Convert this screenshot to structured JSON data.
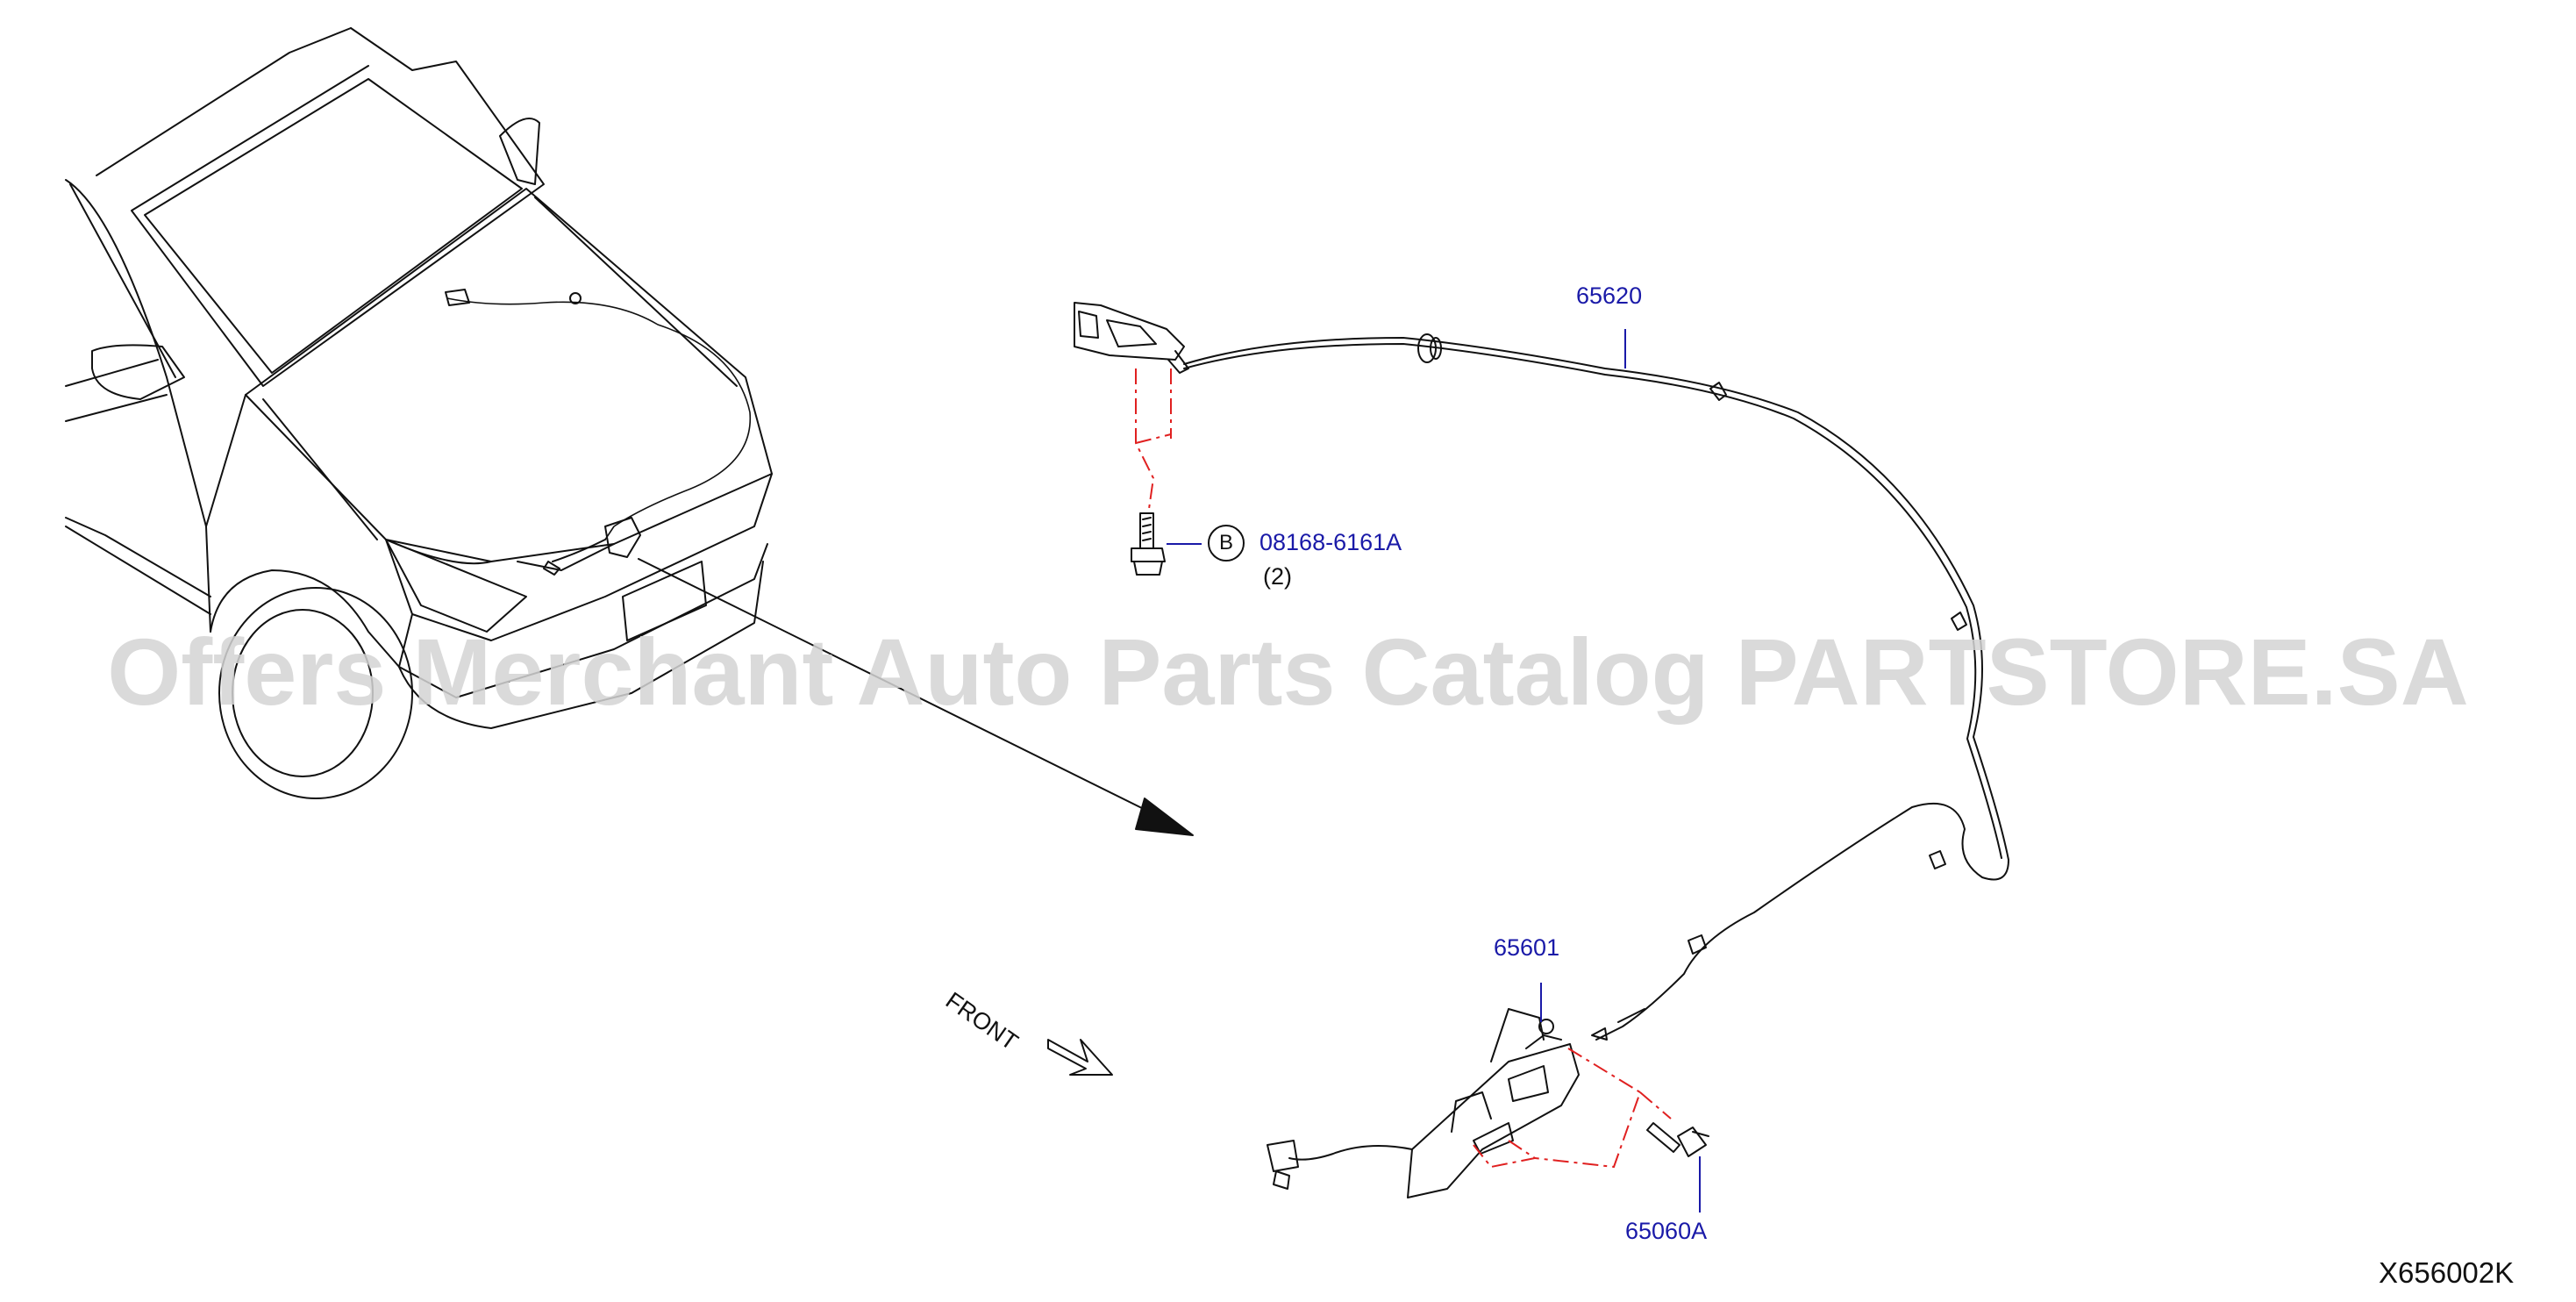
{
  "diagram": {
    "parts": [
      {
        "id": "65620",
        "label": "65620"
      },
      {
        "id": "08168-6161A",
        "label": "08168-6161A",
        "callout": "B",
        "qty": "(2)"
      },
      {
        "id": "65601",
        "label": "65601"
      },
      {
        "id": "65060A",
        "label": "65060A"
      }
    ],
    "front_label": "FRONT",
    "figure_code": "X656002K",
    "watermark": "Offers Merchant Auto Parts Catalog PARTSTORE.SA",
    "colors": {
      "part_number": "#1a1aa8",
      "line": "#111111",
      "install_guide": "#e02020",
      "watermark": "#d4d4d4"
    }
  }
}
